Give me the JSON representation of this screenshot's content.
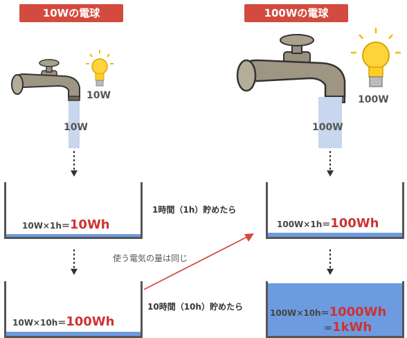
{
  "left": {
    "header": "10Wの電球",
    "bulb_label": "10W",
    "stream_label": "10W",
    "tank1": {
      "formula": "10W×1h＝",
      "result": "10Wh"
    },
    "tank2": {
      "formula": "10W×10h＝",
      "result": "100Wh"
    }
  },
  "right": {
    "header": "100Wの電球",
    "bulb_label": "100W",
    "stream_label": "100W",
    "tank1": {
      "formula": "100W×1h＝",
      "result": "100Wh"
    },
    "tank2": {
      "formula": "100W×10h＝",
      "result": "1000Wh",
      "result2_prefix": "＝",
      "result2": "1kWh"
    }
  },
  "notes": {
    "one_hour": "1時間（1h）貯めたら",
    "ten_hours": "10時間（10h）貯めたら",
    "same_amount": "使う電気の量は同じ"
  },
  "colors": {
    "header_bg": "#d24b3e",
    "water": "#6d9be0",
    "stream": "#c8d6ee",
    "result": "#cc3333",
    "arrow": "#d24b3e"
  }
}
